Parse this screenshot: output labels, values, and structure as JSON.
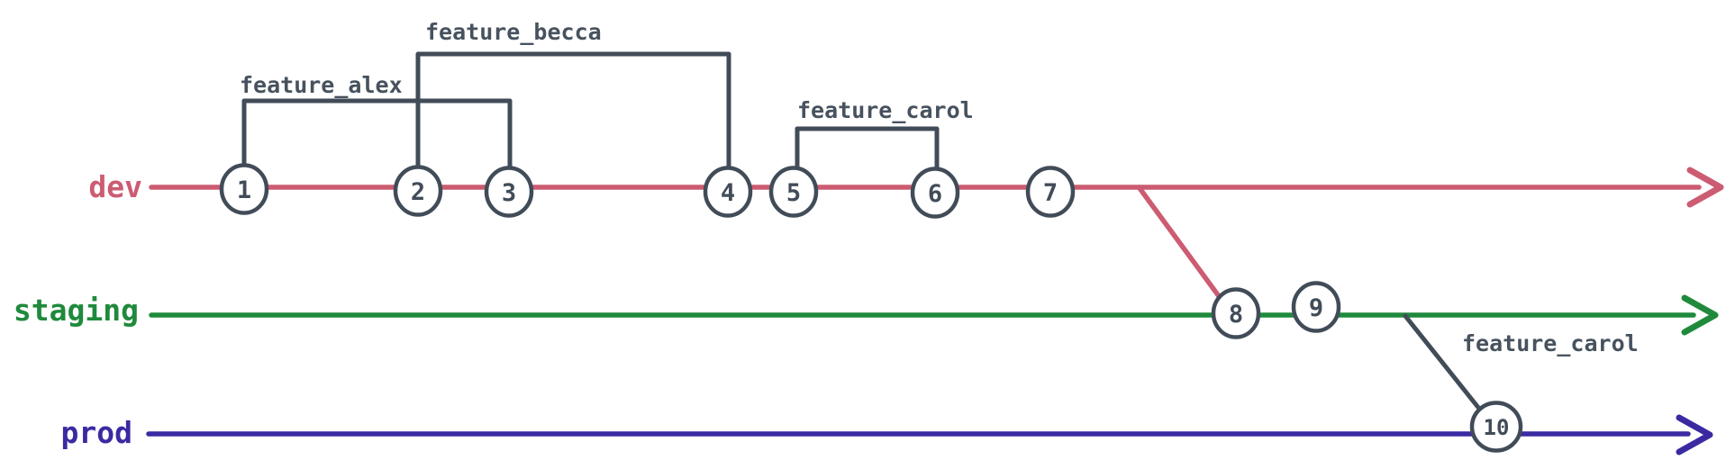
{
  "diagram": {
    "type": "git-branch-graph",
    "colors": {
      "dev": "#cc5c72",
      "staging": "#1f8a3c",
      "prod": "#3a2aa2",
      "ink": "#414c58",
      "label_ink": "#47525e",
      "node_fill": "#ffffff"
    },
    "branches": [
      {
        "name": "dev"
      },
      {
        "name": "staging"
      },
      {
        "name": "prod"
      }
    ],
    "features": {
      "alex": {
        "label": "feature_alex",
        "from_commit": "1",
        "to_commit": "3"
      },
      "becca": {
        "label": "feature_becca",
        "from_commit": "2",
        "to_commit": "4"
      },
      "carol_dev": {
        "label": "feature_carol",
        "from_commit": "5",
        "to_commit": "6"
      },
      "carol_staging": {
        "label": "feature_carol",
        "from_branch": "staging",
        "to_commit": "10"
      }
    },
    "merges": [
      {
        "from": "dev",
        "to": "staging",
        "at_commit": "8"
      },
      {
        "from": "staging",
        "to": "prod",
        "at_commit": "10"
      }
    ],
    "commits": [
      "1",
      "2",
      "3",
      "4",
      "5",
      "6",
      "7",
      "8",
      "9",
      "10"
    ]
  }
}
